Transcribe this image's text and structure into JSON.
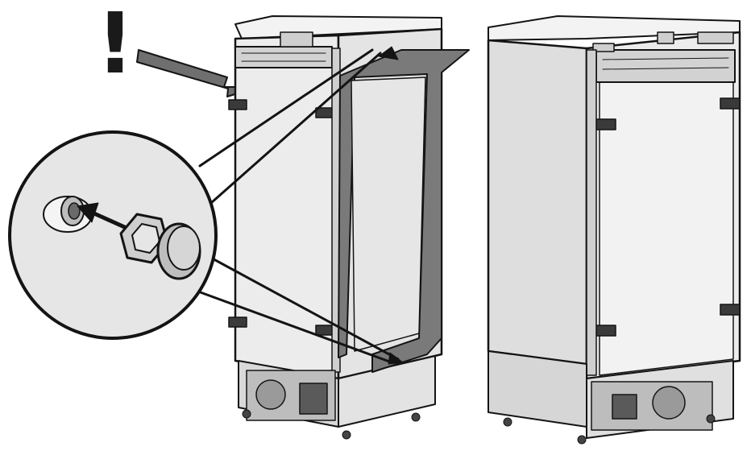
{
  "warning_symbol": "!",
  "colors": {
    "outline": "#141414",
    "cabinet_light": "#ececec",
    "cabinet_side": "#d9d9d9",
    "gasket": "#7a7a7a",
    "arrow_fill": "#6f6f6f",
    "inset_bg": "#e6e6e6",
    "background": "#ffffff"
  },
  "icons": [
    "warning-exclamation",
    "direction-arrow",
    "magnifier-callout",
    "mounting-clip",
    "plug-cap"
  ]
}
